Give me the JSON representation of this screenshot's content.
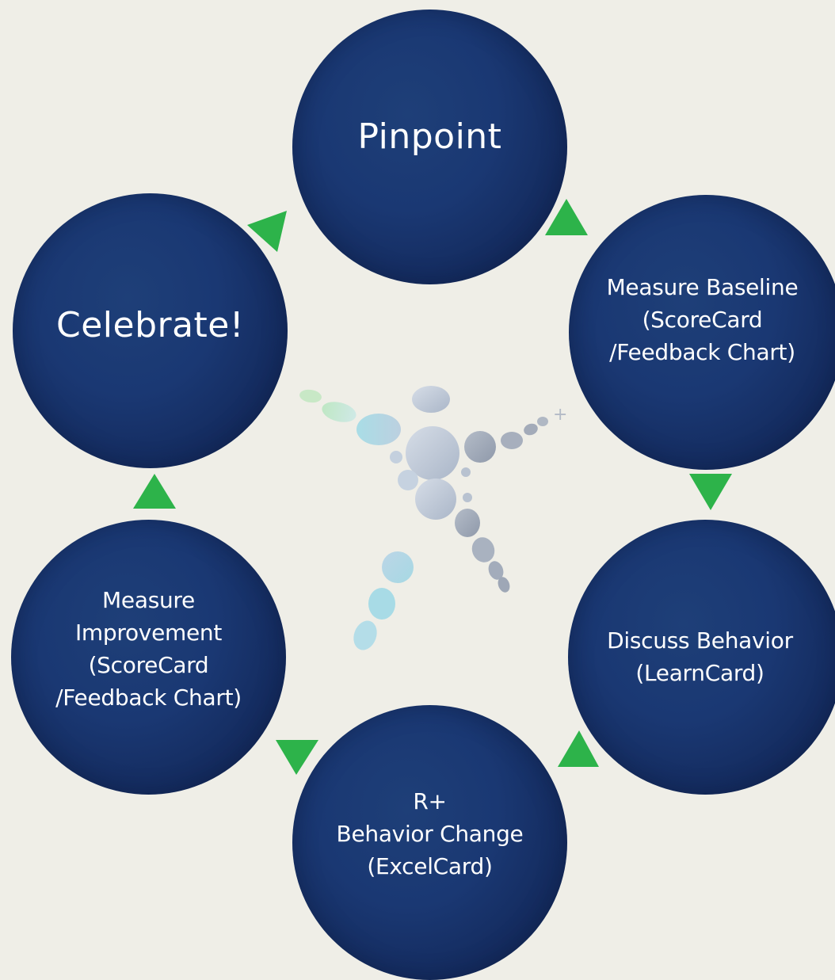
{
  "steps": {
    "pinpoint": "Pinpoint",
    "measure_baseline": "Measure Baseline\n(ScoreCard\n/Feedback Chart)",
    "discuss_behavior": "Discuss Behavior\n(LearnCard)",
    "behavior_change": "R+\nBehavior Change\n(ExcelCard)",
    "measure_improvement": "Measure\nImprovement\n(ScoreCard\n/Feedback Chart)",
    "celebrate": "Celebrate!"
  },
  "colors": {
    "background": "#efeee7",
    "circle_fill": "#1a3873",
    "arrow": "#2db34a",
    "text": "#ffffff"
  },
  "icons": {
    "arrows": "triangle-arrow-icon",
    "center": "dotted-person-figure-icon"
  }
}
